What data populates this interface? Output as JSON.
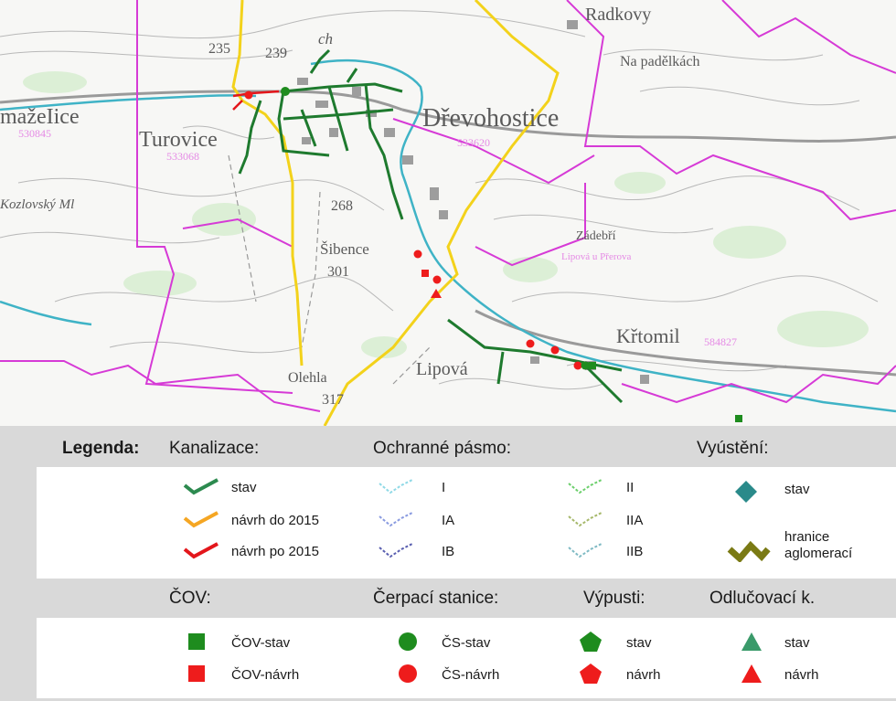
{
  "map": {
    "places": [
      {
        "name": "Radkovy"
      },
      {
        "name": "Na padělkách"
      },
      {
        "name": "mažeIice"
      },
      {
        "name": "Turovice"
      },
      {
        "name": "Dřevohostice"
      },
      {
        "name": "Zádebří"
      },
      {
        "name": "Šibence"
      },
      {
        "name": "Lipová"
      },
      {
        "name": "Křtomil"
      },
      {
        "name": "Olehla"
      }
    ],
    "codes": [
      "530845",
      "533068",
      "533620",
      "584827"
    ],
    "elevations": [
      "235",
      "239",
      "268",
      "301",
      "317"
    ],
    "misc_labels": [
      "ch",
      "Kozlovský Ml",
      "Lipová u Přerova"
    ],
    "colors": {
      "sewer_existing": "#1e7a2e",
      "sewer_proposed_2015": "#f5a623",
      "sewer_proposed_after_2015": "#e3161b",
      "road": "#f3d21b",
      "boundary": "#d63ad6",
      "river": "#3fb3c6",
      "contour": "#9a9a9a"
    }
  },
  "legend": {
    "title": "Legenda:",
    "sections": {
      "kanalizace": "Kanalizace:",
      "ochranne_pasmo": "Ochranné pásmo:",
      "vyusteni": "Vyústění:",
      "cov": "ČOV:",
      "cerpaci_stanice": "Čerpací stanice:",
      "vypusti": "Výpusti:",
      "odlucovaci": "Odlučovací k."
    },
    "kanalizace_items": [
      {
        "label": "stav",
        "color": "#2c8a4f"
      },
      {
        "label": "návrh do 2015",
        "color": "#f5a623"
      },
      {
        "label": "návrh po 2015",
        "color": "#e3161b"
      }
    ],
    "pasmo_items_col1": [
      {
        "label": "I",
        "color": "#8fd9e6"
      },
      {
        "label": "IA",
        "color": "#8a9be0"
      },
      {
        "label": "IB",
        "color": "#5a5fb0"
      }
    ],
    "pasmo_items_col2": [
      {
        "label": "II",
        "color": "#6ccf6c"
      },
      {
        "label": "IIA",
        "color": "#a6b86a"
      },
      {
        "label": "IIB",
        "color": "#7fbac4"
      }
    ],
    "vyusteni_items": [
      {
        "label": "stav",
        "color": "#2a8a8a"
      },
      {
        "label_line1": "hranice",
        "label_line2": "aglomerací",
        "color": "#7a7a14"
      }
    ],
    "cov_items": [
      {
        "label": "ČOV-stav",
        "color": "#1e8c1e"
      },
      {
        "label": "ČOV-návrh",
        "color": "#ee1c1c"
      }
    ],
    "cs_items": [
      {
        "label": "ČS-stav",
        "color": "#1e8c1e"
      },
      {
        "label": "ČS-návrh",
        "color": "#ee1c1c"
      }
    ],
    "vypusti_items": [
      {
        "label": "stav",
        "color": "#1e8c1e"
      },
      {
        "label": "návrh",
        "color": "#ee1c1c"
      }
    ],
    "odlucovaci_items": [
      {
        "label": "stav",
        "color": "#3a9a6a"
      },
      {
        "label": "návrh",
        "color": "#ee1c1c"
      }
    ]
  }
}
